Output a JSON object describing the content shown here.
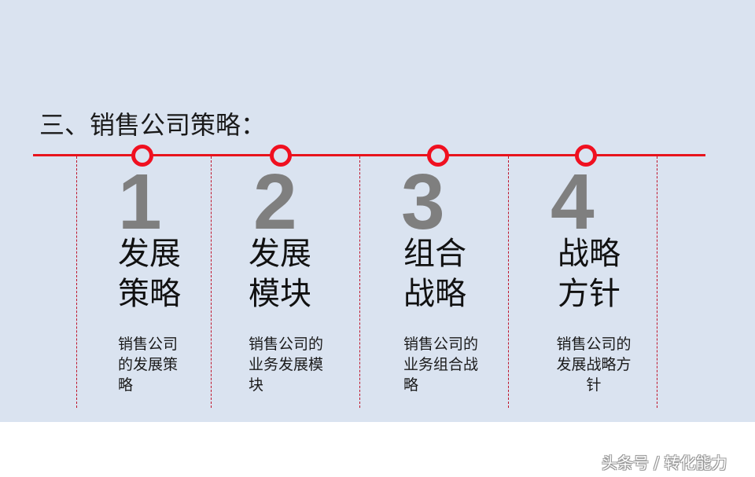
{
  "slide": {
    "title": "三、销售公司策略：",
    "colors": {
      "background": "#dae3f0",
      "timeline": "#e8141c",
      "number": "#7f7f7f"
    },
    "items": [
      {
        "number": "1",
        "heading_line1": "发展",
        "heading_line2": "策略",
        "desc_lines": [
          "销售公司",
          "的发展策",
          "略"
        ]
      },
      {
        "number": "2",
        "heading_line1": "发展",
        "heading_line2": "模块",
        "desc_lines": [
          "销售公司的",
          "业务发展模",
          "块"
        ]
      },
      {
        "number": "3",
        "heading_line1": "组合",
        "heading_line2": "战略",
        "desc_lines": [
          "销售公司的",
          "业务组合战",
          "略"
        ]
      },
      {
        "number": "4",
        "heading_line1": "战略",
        "heading_line2": "方针",
        "desc_lines": [
          "销售公司的",
          "发展战略方",
          "针"
        ]
      }
    ]
  },
  "watermark": "头条号 / 转化能力"
}
